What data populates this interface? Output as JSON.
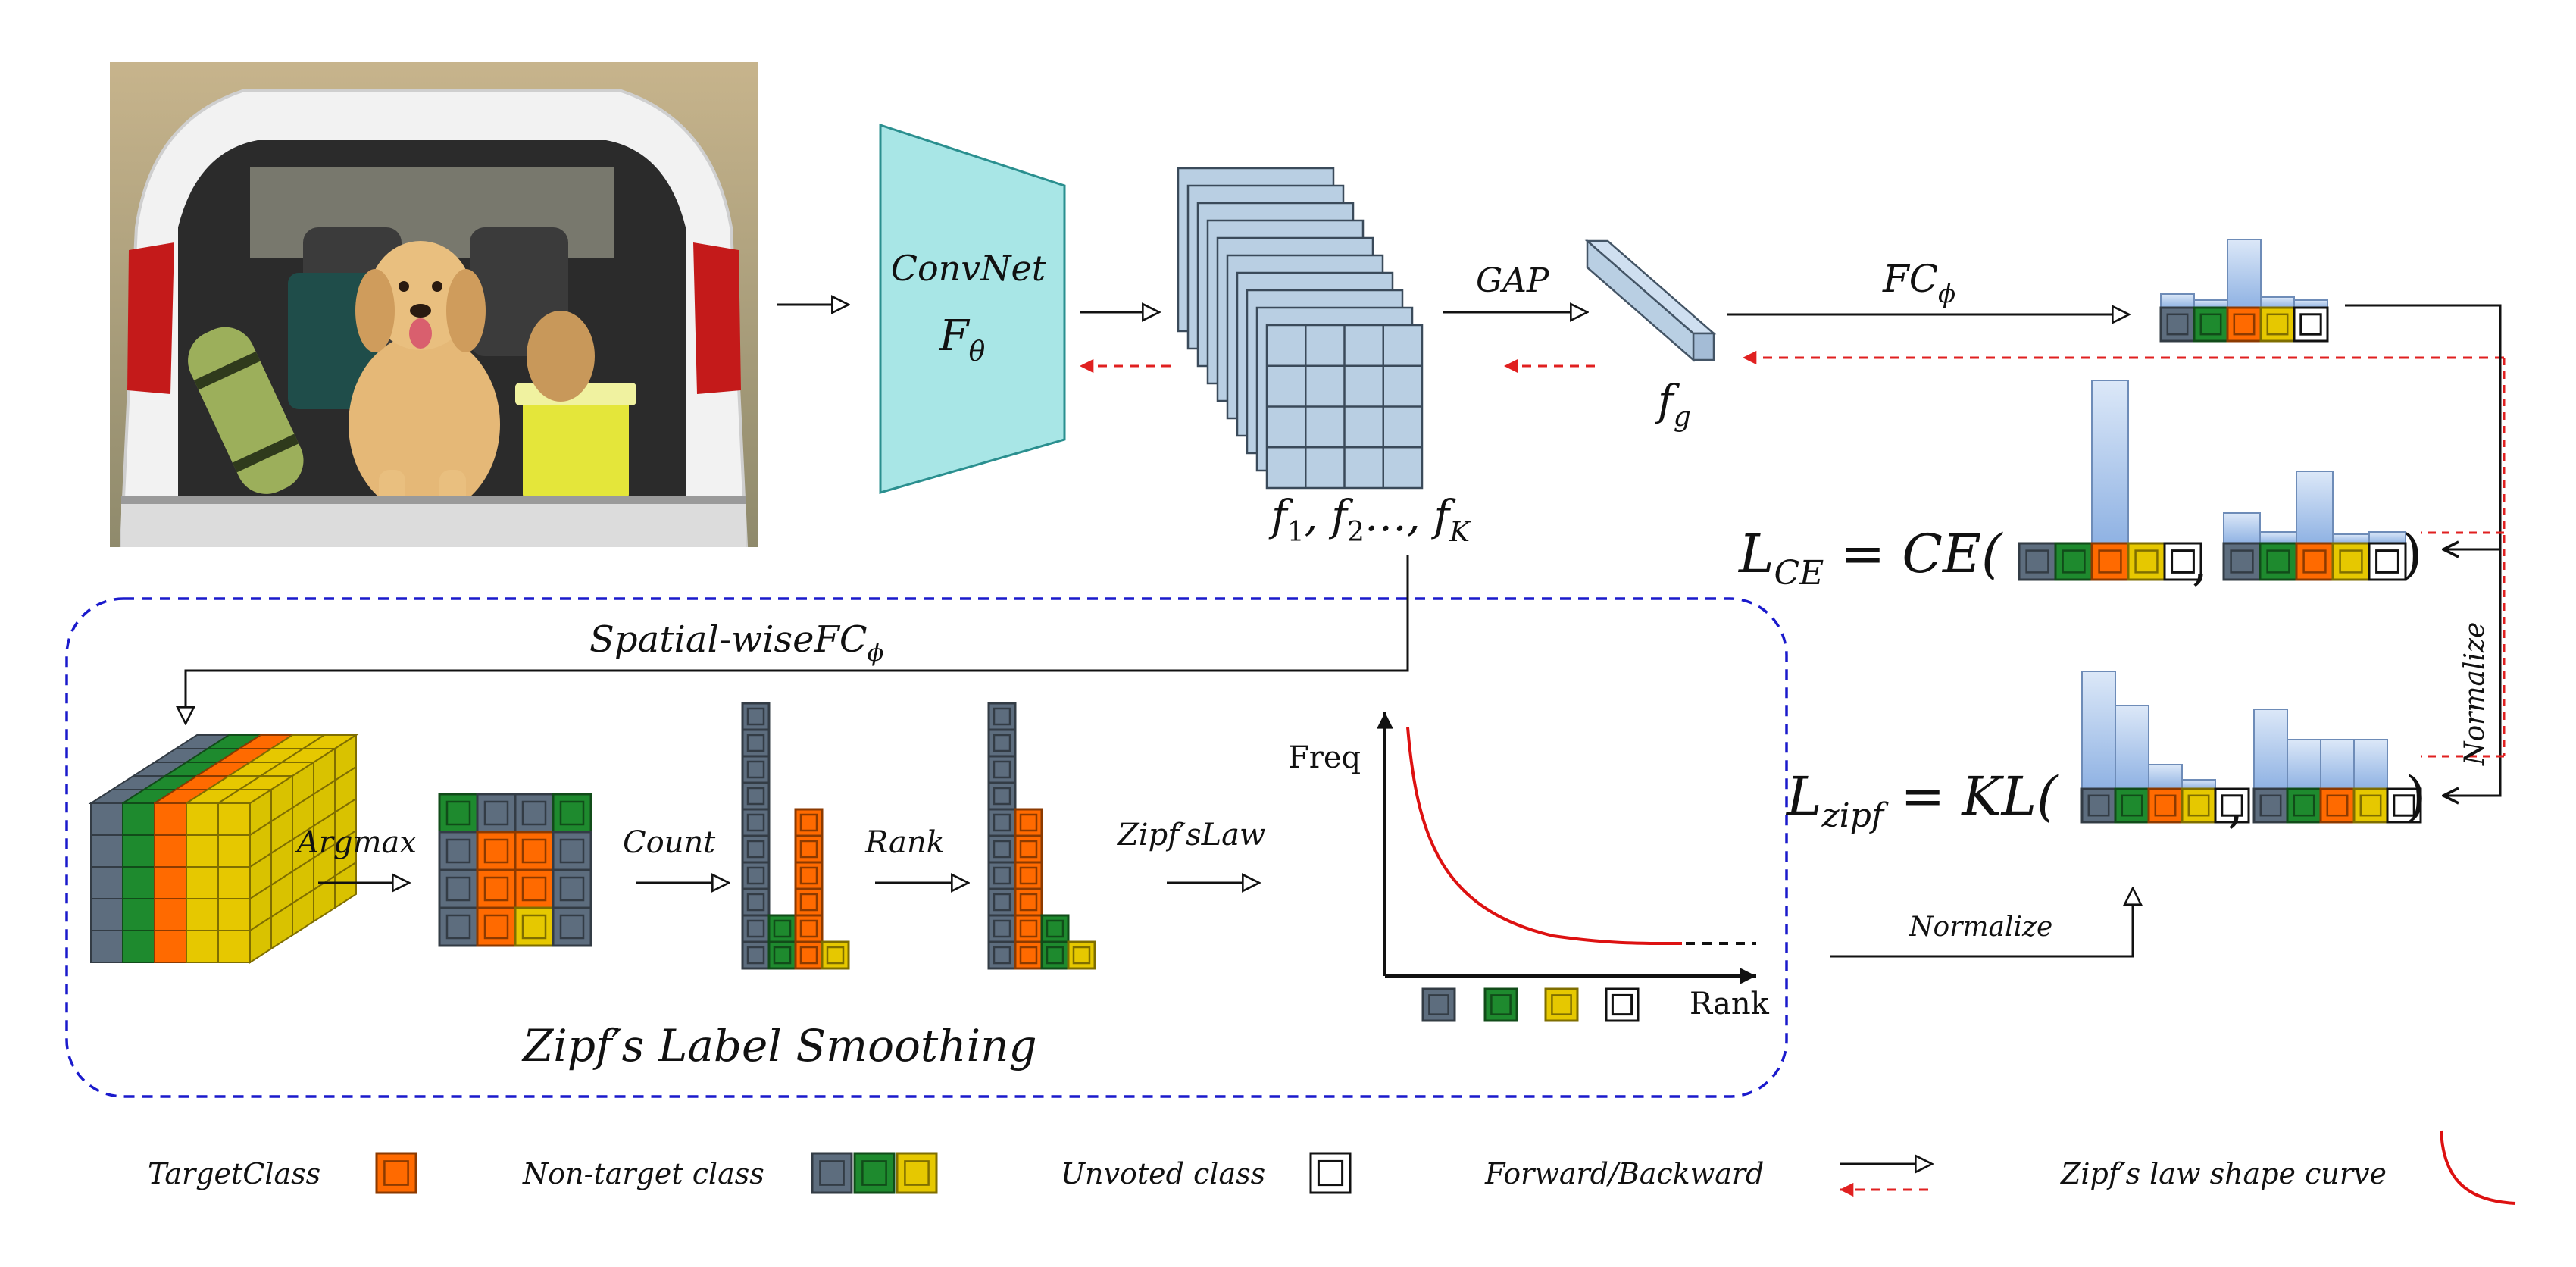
{
  "colors": {
    "gray": "#5d6d7e",
    "green": "#1e8a2e",
    "orange": "#ff6a00",
    "yellow": "#e6c800",
    "trap": "#a8e6e6",
    "feat": "#b9cfe3",
    "bar": "#a9c4ea",
    "forward": "#111111",
    "backward": "#e02020",
    "dashed_box": "#1a1acc",
    "zipf_curve": "#dd1111"
  },
  "photo": {
    "description_icon": "dog-in-car-trunk-photo"
  },
  "convnet": {
    "name": "ConvNet",
    "symbol": "F",
    "sub": "θ"
  },
  "features": {
    "label": "f",
    "s1": "1",
    "s2": "2",
    "dots": "…",
    "sK": "K",
    "sep1": ", ",
    "sep2": ""
  },
  "gap": {
    "label": "GAP"
  },
  "fg": {
    "main": "f",
    "sub": "g"
  },
  "fc": {
    "main": "FC",
    "sub": "ϕ"
  },
  "loss_ce": {
    "L": "L",
    "sub": "CE",
    "eq": " = CE(",
    "comma": ",",
    "close": ")"
  },
  "loss_zipf": {
    "L": "L",
    "sub": "zipf",
    "eq": " = KL(",
    "comma": ",",
    "close": ")"
  },
  "normalize_vertical": "Normalize",
  "normalize_bottom": "Normalize",
  "spatial": {
    "main": "Spatial-wiseFC",
    "sub": "ϕ"
  },
  "steps": {
    "argmax": "Argmax",
    "count": "Count",
    "rank": "Rank",
    "zipf_law": "Zipf′sLaw"
  },
  "zipf_plot": {
    "ylabel": "Freq",
    "xlabel": "Rank"
  },
  "section_title": "Zipf′s Label Smoothing",
  "legend": {
    "target": "TargetClass",
    "non_target": "Non-target class",
    "unvoted": "Unvoted class",
    "fwd_bwd": "Forward/Backward",
    "zipf_curve": "Zipf′s law shape curve"
  }
}
